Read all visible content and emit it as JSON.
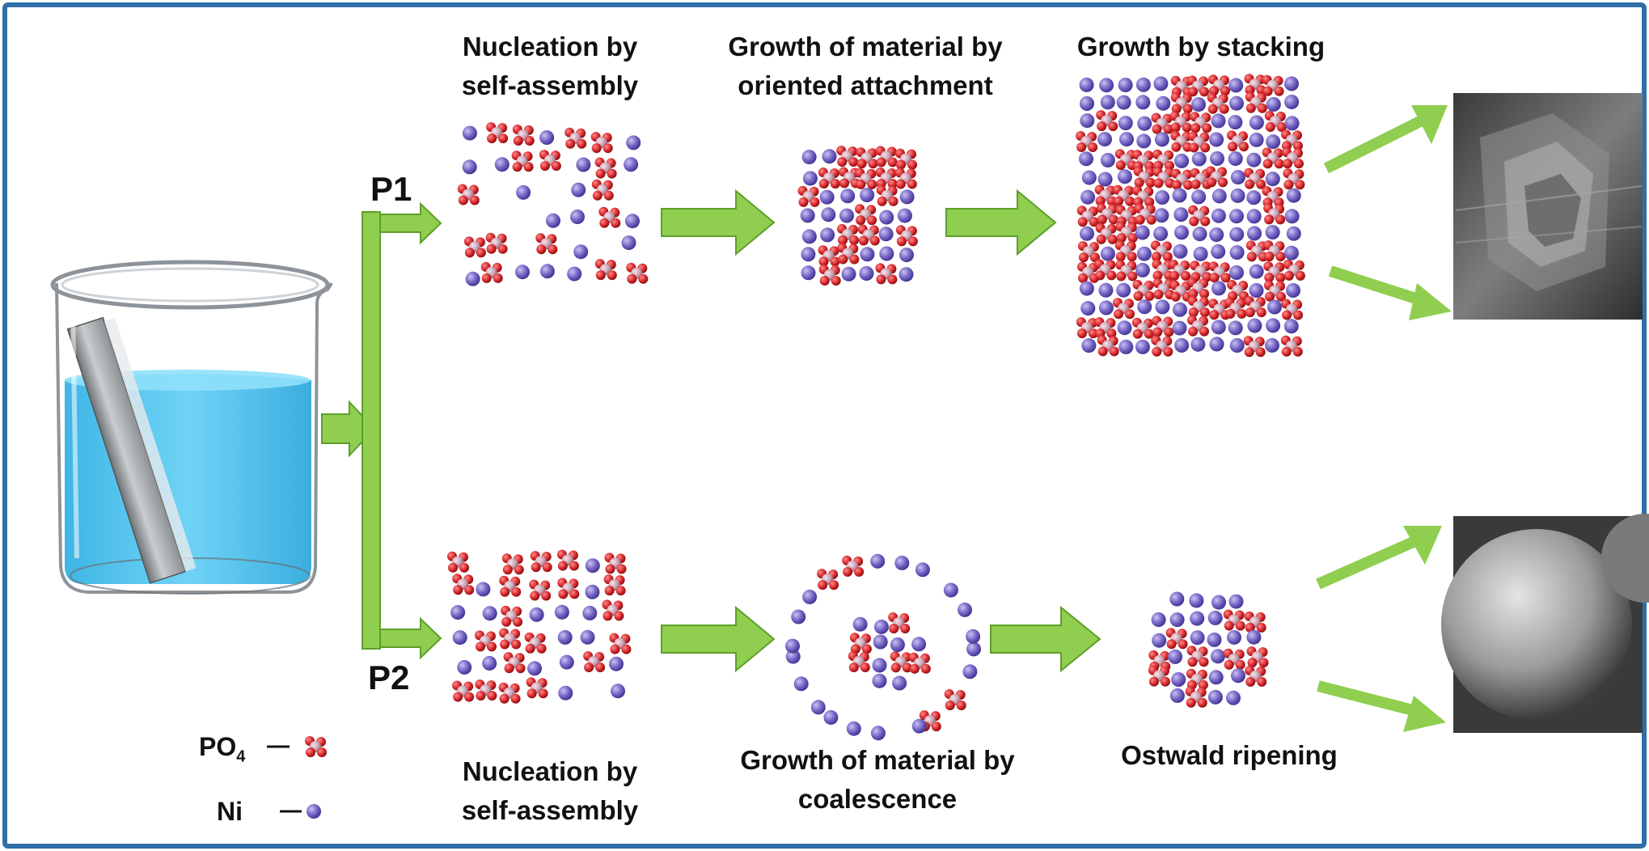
{
  "paths": {
    "p1": {
      "label": "P1",
      "stage1": "Nucleation by self-assembly",
      "stage2": "Growth of material by oriented attachment",
      "stage3": "Growth by stacking"
    },
    "p2": {
      "label": "P2",
      "stage1": "Nucleation by self-assembly",
      "stage2": "Growth of material by coalescence",
      "stage3": "Ostwald ripening"
    }
  },
  "legend": {
    "po4_label": "PO",
    "po4_sub": "4",
    "ni_label": "Ni"
  },
  "colors": {
    "arrow": "#8fce4f",
    "arrow_stroke": "#5e9e2a",
    "ni": "#7665c5",
    "oxygen": "#d6262a",
    "phosphorus": "#c9a3b4",
    "liquid": "#5fc8ef",
    "frame": "#2e6fa7"
  }
}
